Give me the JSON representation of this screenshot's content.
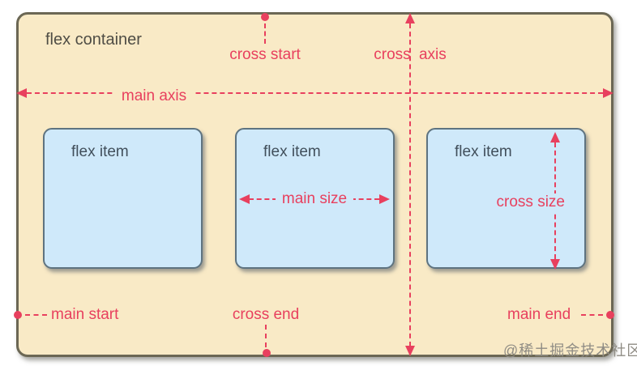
{
  "container": {
    "label": "flex container"
  },
  "items": [
    {
      "label": "flex item"
    },
    {
      "label": "flex item"
    },
    {
      "label": "flex item"
    }
  ],
  "annotations": {
    "main_axis": "main axis",
    "cross_axis": "cross axis",
    "cross_start": "cross start",
    "cross_end": "cross end",
    "main_start": "main start",
    "main_end": "main end",
    "main_size": "main size",
    "cross_size": "cross size"
  },
  "watermark": "@稀土掘金技术社区",
  "colors": {
    "container_bg": "#f9eac6",
    "container_border": "#6b6754",
    "container_text": "#4f4d45",
    "item_bg": "#cfe9fa",
    "item_border": "#5e7380",
    "item_text": "#414f5b",
    "accent": "#e8405e",
    "watermark": "#8f8c84"
  }
}
